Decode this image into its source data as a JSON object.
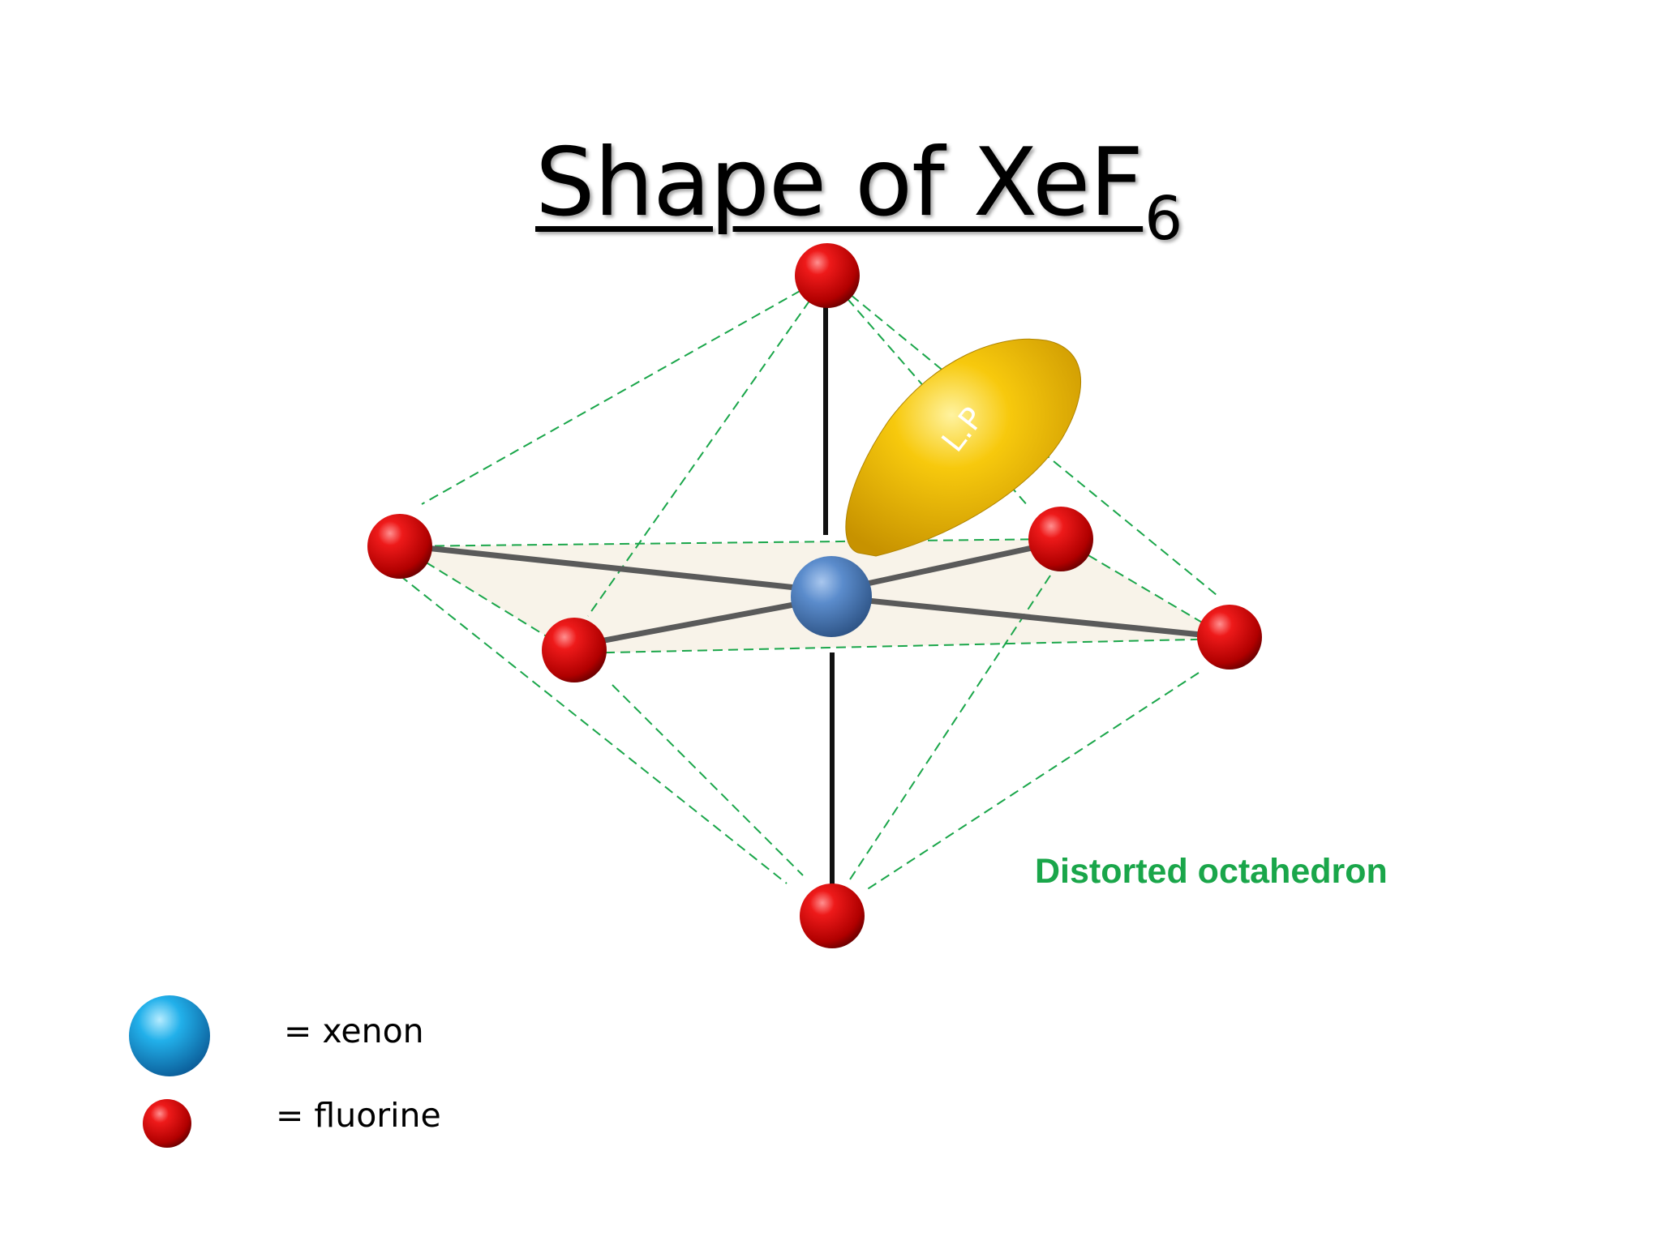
{
  "title": {
    "main": "Shape of XeF",
    "subscript": "6"
  },
  "shape_label": "Distorted octahedron",
  "lone_pair_label": "L.P",
  "legend": [
    {
      "atom": "xenon",
      "text": "= xenon"
    },
    {
      "atom": "fluorine",
      "text": "= fluorine"
    }
  ],
  "colors": {
    "xenon": "#4a7fc0",
    "xenon_legend": "#1aa6e0",
    "fluorine": "#dd1111",
    "lone_pair": "#f2c20a",
    "octahedron_edges": "#1aa64a",
    "shape_label": "#1aa64a",
    "bonds_axial": "#111111",
    "bonds_equatorial": "#555555"
  }
}
